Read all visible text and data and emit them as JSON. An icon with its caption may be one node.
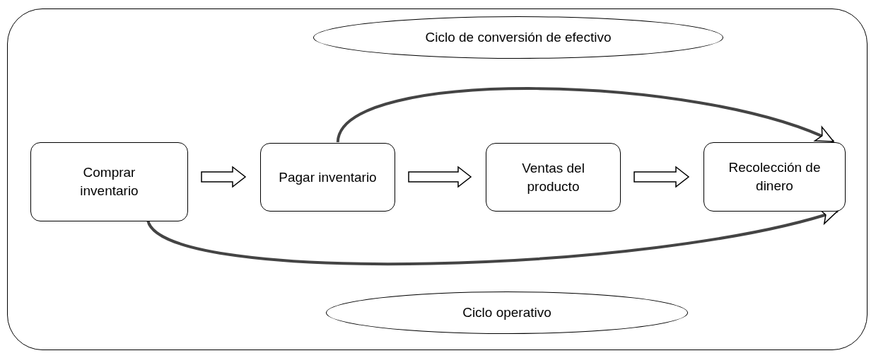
{
  "diagram": {
    "nodes": [
      {
        "text": [],
        "shape": "box"
      },
      {
        "text": [
          "Ciclo de conversión de efectivo"
        ],
        "in": 0
      },
      {
        "text": [
          "Comprar inventario"
        ],
        "in": 0
      },
      {
        "text": [
          "Pagar inventario"
        ],
        "in": 0
      },
      {
        "text": [
          "Ventas del producto"
        ],
        "in": 0
      },
      {
        "text": [
          "Recolección de dinero"
        ],
        "in": 0
      },
      {
        "text": [
          "Ciclo operativo"
        ],
        "in": 0
      }
    ],
    "edges": [
      {
        "from": 2,
        "to": 3,
        "arrow": "to"
      },
      {
        "from": 3,
        "to": 4,
        "arrow": "to"
      },
      {
        "from": 4,
        "to": 5,
        "arrow": "to"
      },
      {
        "from": 3,
        "to": 5,
        "arrow": "to"
      },
      {
        "from": 2,
        "to": 5,
        "arrow": "to"
      }
    ]
  }
}
